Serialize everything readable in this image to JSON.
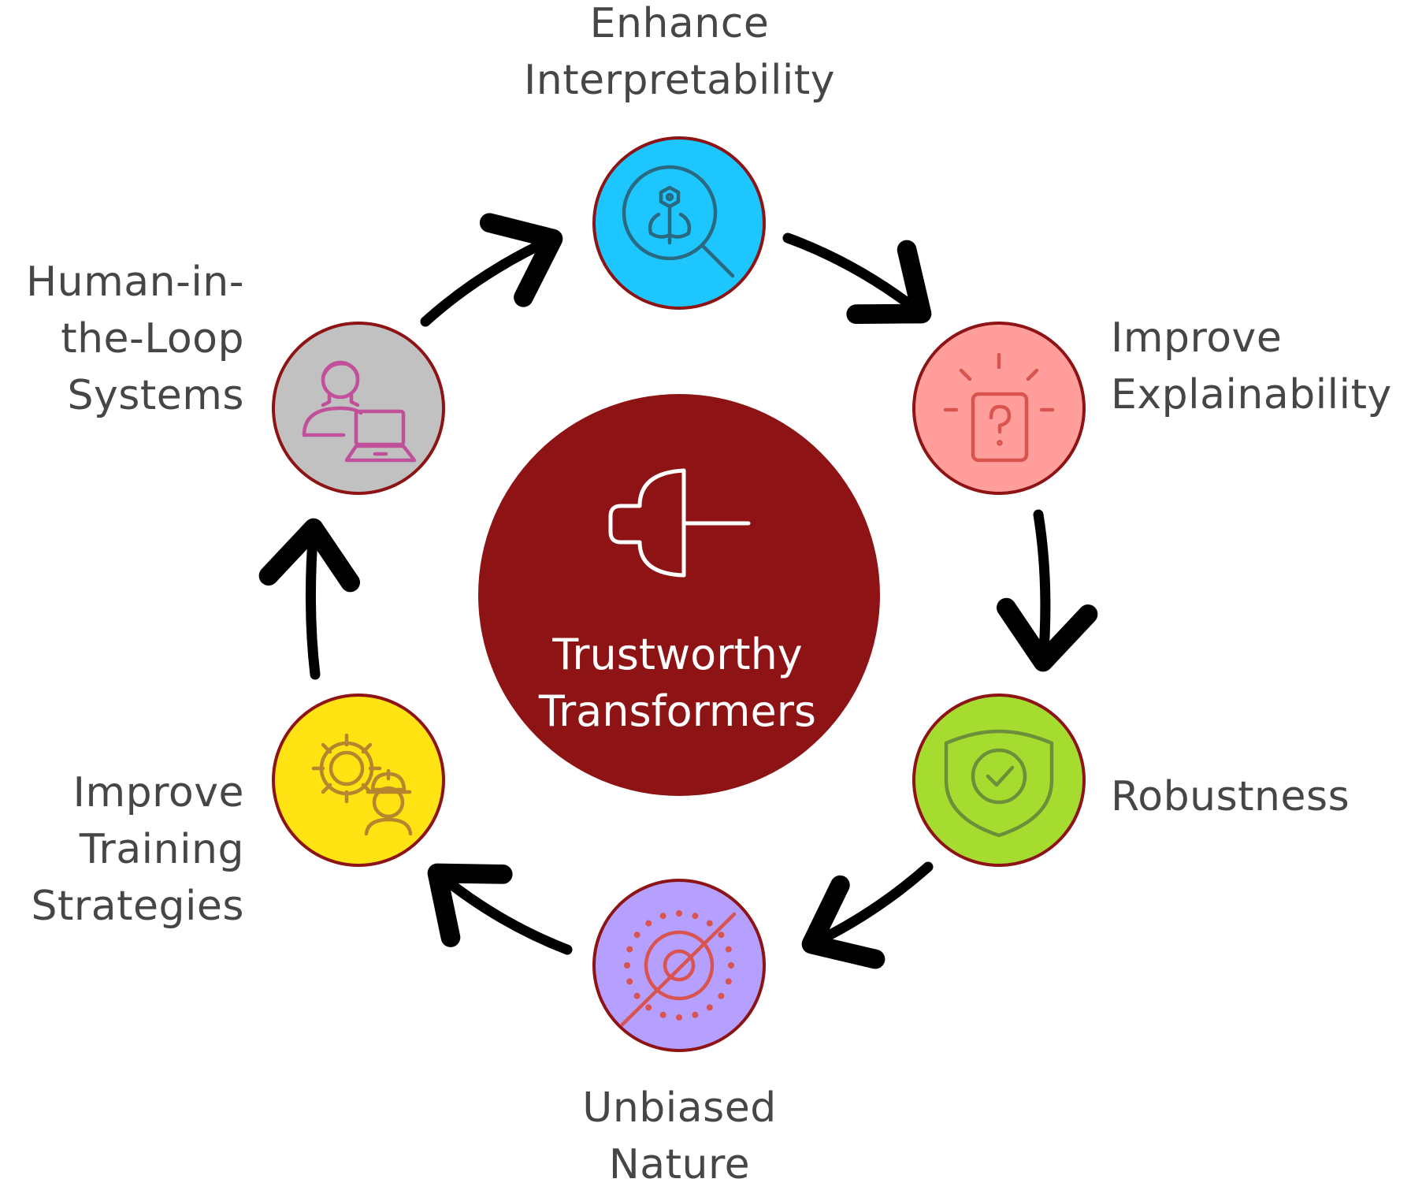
{
  "center": {
    "title_line1": "Trustworthy",
    "title_line2": "Transformers",
    "icon": "plug-icon",
    "color": "#8E1315"
  },
  "nodes": [
    {
      "id": "interpretability",
      "line1": "Enhance",
      "line2": "Interpretability",
      "icon": "magnify-network-icon",
      "color": "#1DC6FF"
    },
    {
      "id": "explainability",
      "line1": "Improve",
      "line2": "Explainability",
      "icon": "question-box-icon",
      "color": "#FF9E9B"
    },
    {
      "id": "robustness",
      "line1": "Robustness",
      "icon": "shield-check-icon",
      "color": "#A6DB2F"
    },
    {
      "id": "unbiased",
      "line1": "Unbiased",
      "line2": "Nature",
      "icon": "no-bias-target-icon",
      "color": "#B5A0FF"
    },
    {
      "id": "training",
      "line1": "Improve",
      "line2": "Training",
      "line3": "Strategies",
      "icon": "gear-worker-icon",
      "color": "#FFE312"
    },
    {
      "id": "human",
      "line1": "Human-in-",
      "line2": "the-Loop",
      "line3": "Systems",
      "icon": "person-laptop-icon",
      "color": "#C1C1C1"
    }
  ],
  "node_border_color": "#8E1315",
  "arrow_color": "#000000"
}
